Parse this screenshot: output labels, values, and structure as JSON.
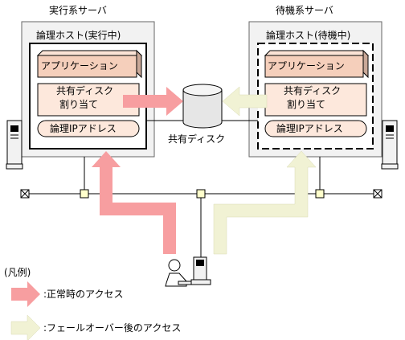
{
  "servers": {
    "active": {
      "title": "実行系サーバ",
      "host_title": "論理ホスト(実行中)",
      "application": "アプリケーション",
      "disk_assign_line1": "共有ディスク",
      "disk_assign_line2": "割り当て",
      "ip_address": "論理IPアドレス"
    },
    "standby": {
      "title": "待機系サーバ",
      "host_title": "論理ホスト(待機中)",
      "application": "アプリケーション",
      "disk_assign_line1": "共有ディスク",
      "disk_assign_line2": "割り当て",
      "ip_address": "論理IPアドレス"
    }
  },
  "shared_disk": {
    "label": "共有ディスク"
  },
  "legend": {
    "title": "(凡例)",
    "normal_access": ":正常時のアクセス",
    "failover_access": ":フェールオーバー後のアクセス"
  },
  "colors": {
    "normal_arrow": "#f79ea0",
    "failover_arrow": "#f1f2d4",
    "server_fill": "#f2f2f2",
    "box_fill": "#fde8dc",
    "application_fill": "#f5cfbb",
    "hub_fill": "#ffffcc"
  }
}
